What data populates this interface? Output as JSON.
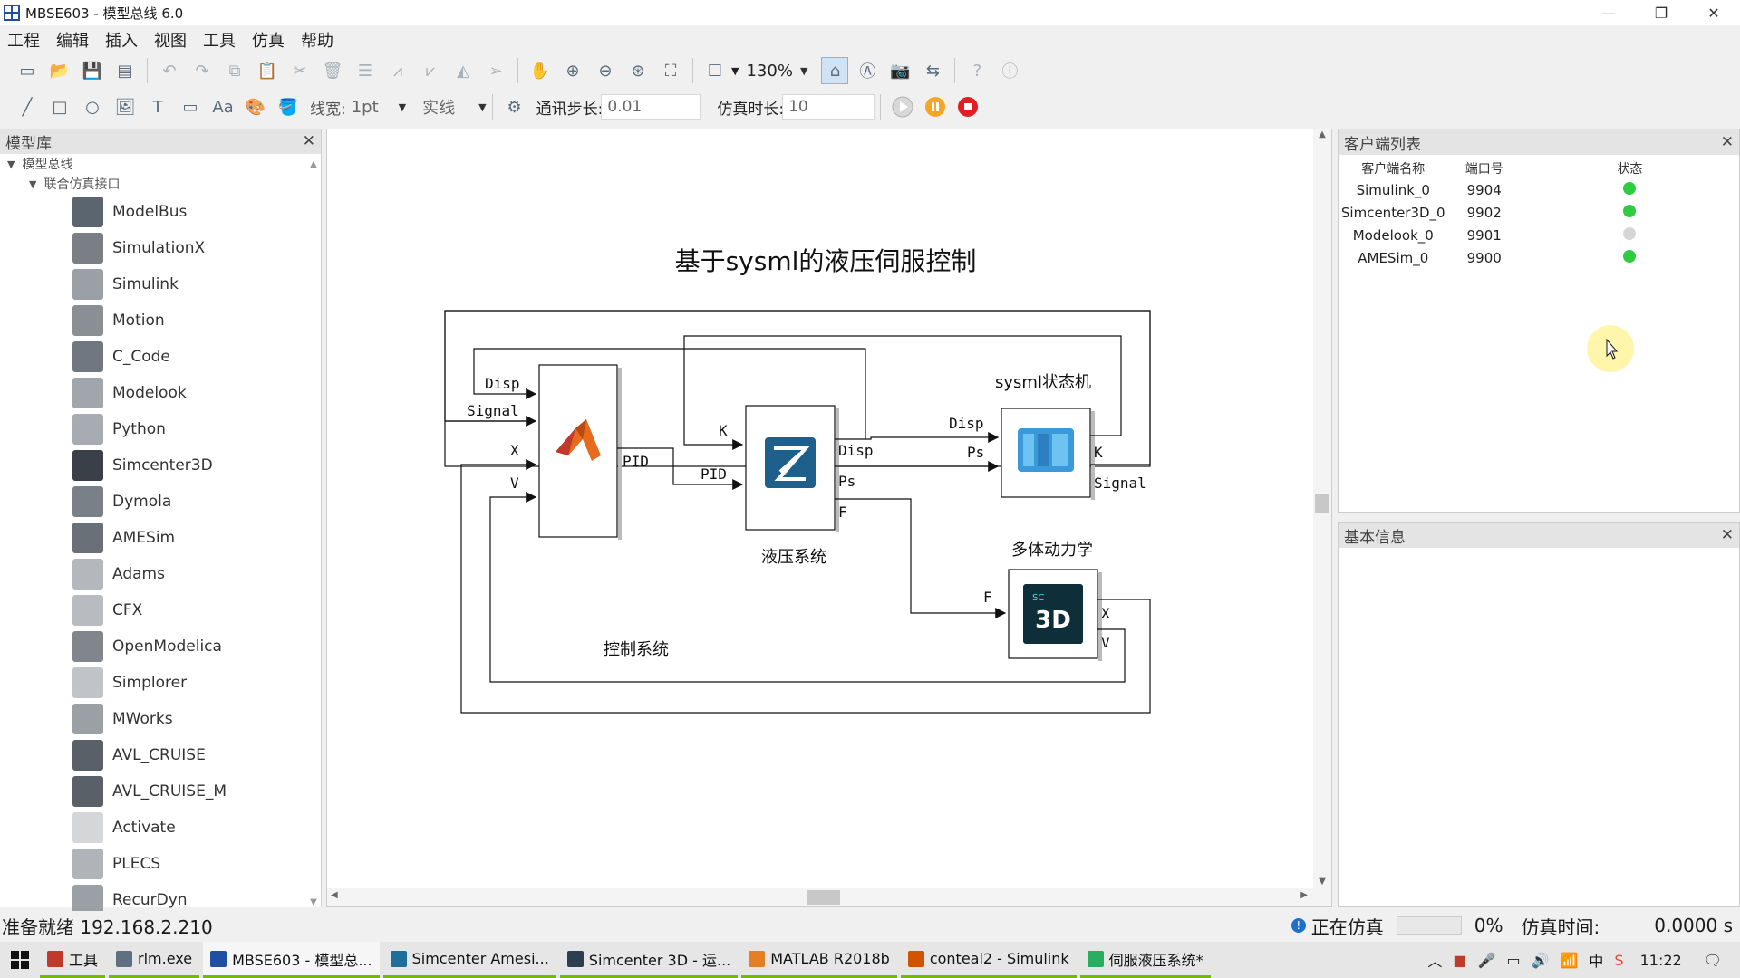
{
  "window": {
    "title": "MBSE603 - 模型总线 6.0",
    "min": "—",
    "restore": "❐",
    "close": "✕"
  },
  "menu": [
    "工程",
    "编辑",
    "插入",
    "视图",
    "工具",
    "仿真",
    "帮助"
  ],
  "toolbar": {
    "zoom": "130%",
    "line_width_label": "线宽:",
    "line_width_value": "1pt",
    "line_style": "实线",
    "step_label": "通讯步长:",
    "step_value": "0.01",
    "duration_label": "仿真时长:",
    "duration_value": "10"
  },
  "left_panel": {
    "title": "模型库",
    "root": "模型总线",
    "group": "联合仿真接口",
    "items": [
      {
        "label": "ModelBus",
        "icon": "modelbus-icon",
        "color": "#5a6570"
      },
      {
        "label": "SimulationX",
        "icon": "simulationx-icon",
        "color": "#7a7f86"
      },
      {
        "label": "Simulink",
        "icon": "simulink-icon",
        "color": "#9aa0a6"
      },
      {
        "label": "Motion",
        "icon": "motion-icon",
        "color": "#8a8f96"
      },
      {
        "label": "C_Code",
        "icon": "c-code-icon",
        "color": "#707780"
      },
      {
        "label": "Modelook",
        "icon": "modelook-icon",
        "color": "#a0a6ac"
      },
      {
        "label": "Python",
        "icon": "python-icon",
        "color": "#a6acb2"
      },
      {
        "label": "Simcenter3D",
        "icon": "simcenter3d-icon",
        "color": "#3a4048"
      },
      {
        "label": "Dymola",
        "icon": "dymola-icon",
        "color": "#7a8088"
      },
      {
        "label": "AMESim",
        "icon": "amesim-icon",
        "color": "#6a7078"
      },
      {
        "label": "Adams",
        "icon": "adams-icon",
        "color": "#b4b8bc"
      },
      {
        "label": "CFX",
        "icon": "cfx-icon",
        "color": "#b8bcc0"
      },
      {
        "label": "OpenModelica",
        "icon": "openmodelica-icon",
        "color": "#80868c"
      },
      {
        "label": "Simplorer",
        "icon": "simplorer-icon",
        "color": "#c0c4c8"
      },
      {
        "label": "MWorks",
        "icon": "mworks-icon",
        "color": "#9aa0a6"
      },
      {
        "label": "AVL_CRUISE",
        "icon": "avl-cruise-icon",
        "color": "#5a6068"
      },
      {
        "label": "AVL_CRUISE_M",
        "icon": "avl-cruise-m-icon",
        "color": "#5a6068"
      },
      {
        "label": "Activate",
        "icon": "activate-icon",
        "color": "#d4d6d8"
      },
      {
        "label": "PLECS",
        "icon": "plecs-icon",
        "color": "#b0b4b8"
      },
      {
        "label": "RecurDyn",
        "icon": "recurdyn-icon",
        "color": "#9aa0a6"
      }
    ]
  },
  "diagram": {
    "title": "基于sysml的液压伺服控制",
    "control_label": "控制系统",
    "hydraulic_label": "液压系统",
    "statemachine_label": "sysml状态机",
    "multibody_label": "多体动力学",
    "ports": {
      "disp": "Disp",
      "signal": "Signal",
      "x": "X",
      "v": "V",
      "pid": "PID",
      "k": "K",
      "ps": "Ps",
      "f": "F",
      "sc3d": "3D",
      "sc": "SC"
    }
  },
  "client_panel": {
    "title": "客户端列表",
    "columns": [
      "客户端名称",
      "端口号",
      "状态"
    ],
    "rows": [
      {
        "name": "Simulink_0",
        "port": "9904",
        "status": "online"
      },
      {
        "name": "Simcenter3D_0",
        "port": "9902",
        "status": "online"
      },
      {
        "name": "Modelook_0",
        "port": "9901",
        "status": "offline"
      },
      {
        "name": "AMESim_0",
        "port": "9900",
        "status": "online"
      }
    ],
    "colors": {
      "online": "#2ecc40",
      "offline": "#d6d6d6"
    }
  },
  "info_panel": {
    "title": "基本信息"
  },
  "status": {
    "left": "准备就绪 192.168.2.210",
    "sim_state": "正在仿真",
    "progress": "0%",
    "progress_fraction": 0,
    "sim_time_label": "仿真时间:",
    "sim_time_value": "0.0000 s"
  },
  "taskbar": {
    "apps": [
      {
        "label": "工具",
        "color": "#c0392b"
      },
      {
        "label": "rlm.exe",
        "color": "#607080"
      },
      {
        "label": "MBSE603 - 模型总...",
        "color": "#1e4fa3"
      },
      {
        "label": "Simcenter Amesi...",
        "color": "#1f6f9a"
      },
      {
        "label": "Simcenter 3D - 运...",
        "color": "#2c3e50"
      },
      {
        "label": "MATLAB R2018b",
        "color": "#e67e22"
      },
      {
        "label": "conteal2 - Simulink",
        "color": "#d35400"
      },
      {
        "label": "伺服液压系统*",
        "color": "#27ae60"
      }
    ],
    "time": "11:22",
    "ime": "中"
  }
}
